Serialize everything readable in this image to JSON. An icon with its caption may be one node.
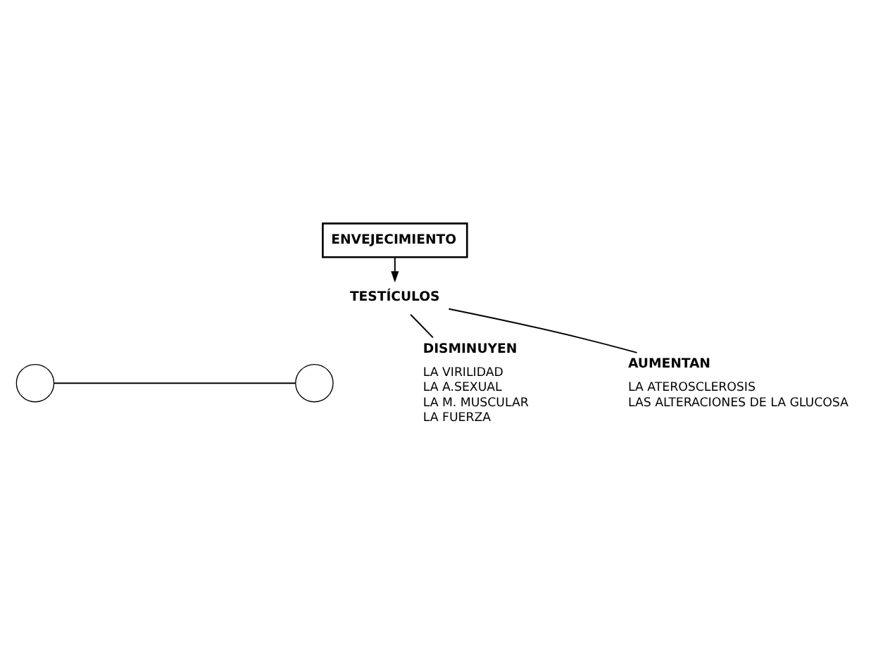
{
  "diagram": {
    "nodes": [
      {
        "text": [
          "ENVEJECIMIENTO"
        ]
      },
      {
        "text": [
          "TESTÍCULOS"
        ]
      },
      {
        "text": [],
        "shape": "circle"
      },
      {
        "text": [],
        "shape": "circle"
      },
      {
        "text": [
          "DISMINUYEN"
        ],
        "beside": [
          "LA VIRILIDAD",
          "LA A.SEXUAL",
          "LA M. MUSCULAR",
          "LA FUERZA"
        ]
      },
      {
        "text": [
          "AUMENTAN"
        ],
        "beside": [
          "LA ATEROSCLEROSIS",
          "LAS ALTERACIONES DE LA GLUCOSA"
        ]
      }
    ],
    "edges": [
      {
        "from": 0,
        "to": 1,
        "arrow": "to"
      },
      {
        "from": 2,
        "to": 3,
        "arrow": "none"
      },
      {
        "from": 1,
        "to": 4,
        "arrow": "none"
      },
      {
        "from": 1,
        "to": 5,
        "arrow": "none"
      }
    ]
  }
}
